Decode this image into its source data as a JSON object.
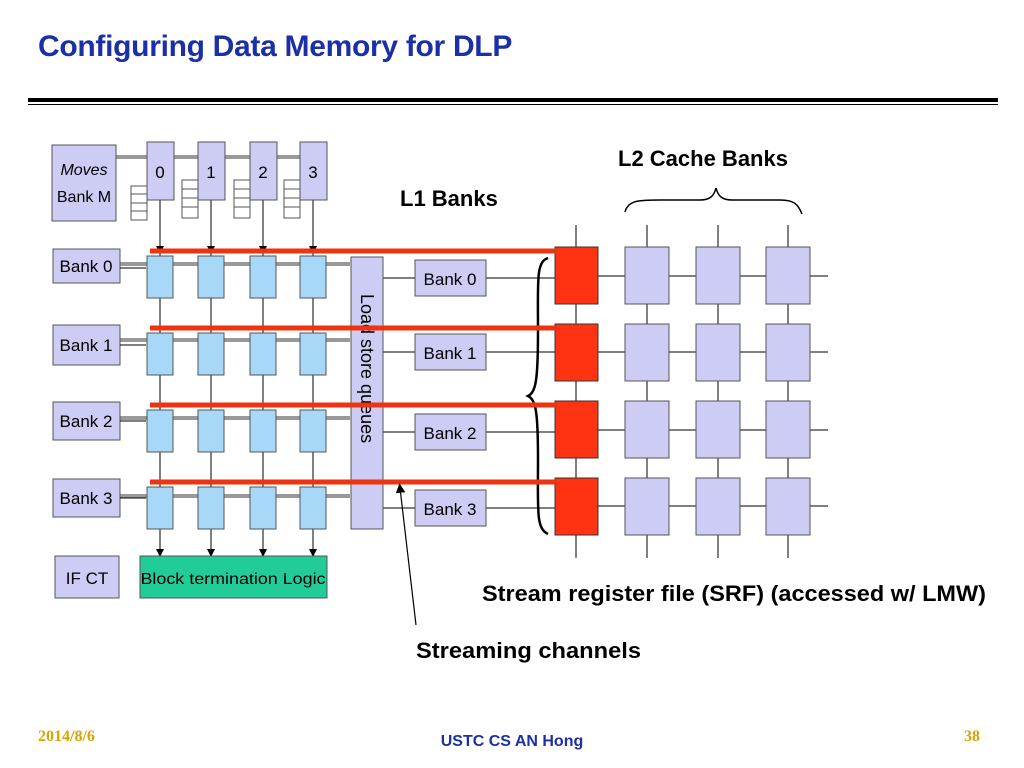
{
  "slide": {
    "title": "Configuring Data Memory for DLP",
    "footer_date": "2014/8/6",
    "footer_center": "USTC CS AN Hong",
    "page_number": "38"
  },
  "diagram": {
    "moves_bank": {
      "line1": "Moves",
      "line2": "Bank M"
    },
    "column_numbers": [
      "0",
      "1",
      "2",
      "3"
    ],
    "left_banks": [
      "Bank 0",
      "Bank 1",
      "Bank 2",
      "Bank 3"
    ],
    "ifct_label": "IF CT",
    "block_termination_label": "Block termination Logic",
    "load_store_label": "Load store queues",
    "l1_banks_title": "L1 Banks",
    "l1_banks": [
      "Bank 0",
      "Bank 1",
      "Bank 2",
      "Bank 3"
    ],
    "l2_title": "L2 Cache Banks",
    "srf_label": "Stream register file (SRF) (accessed w/ LMW)",
    "streaming_label": "Streaming channels",
    "colors": {
      "title_blue": "#1a2fa8",
      "lavender": "#ccccf5",
      "light_blue": "#a8d8f8",
      "red_bar": "#ee3311",
      "red_block": "#ff3311",
      "teal": "#22cc99",
      "footer_gold": "#d9a400"
    }
  }
}
